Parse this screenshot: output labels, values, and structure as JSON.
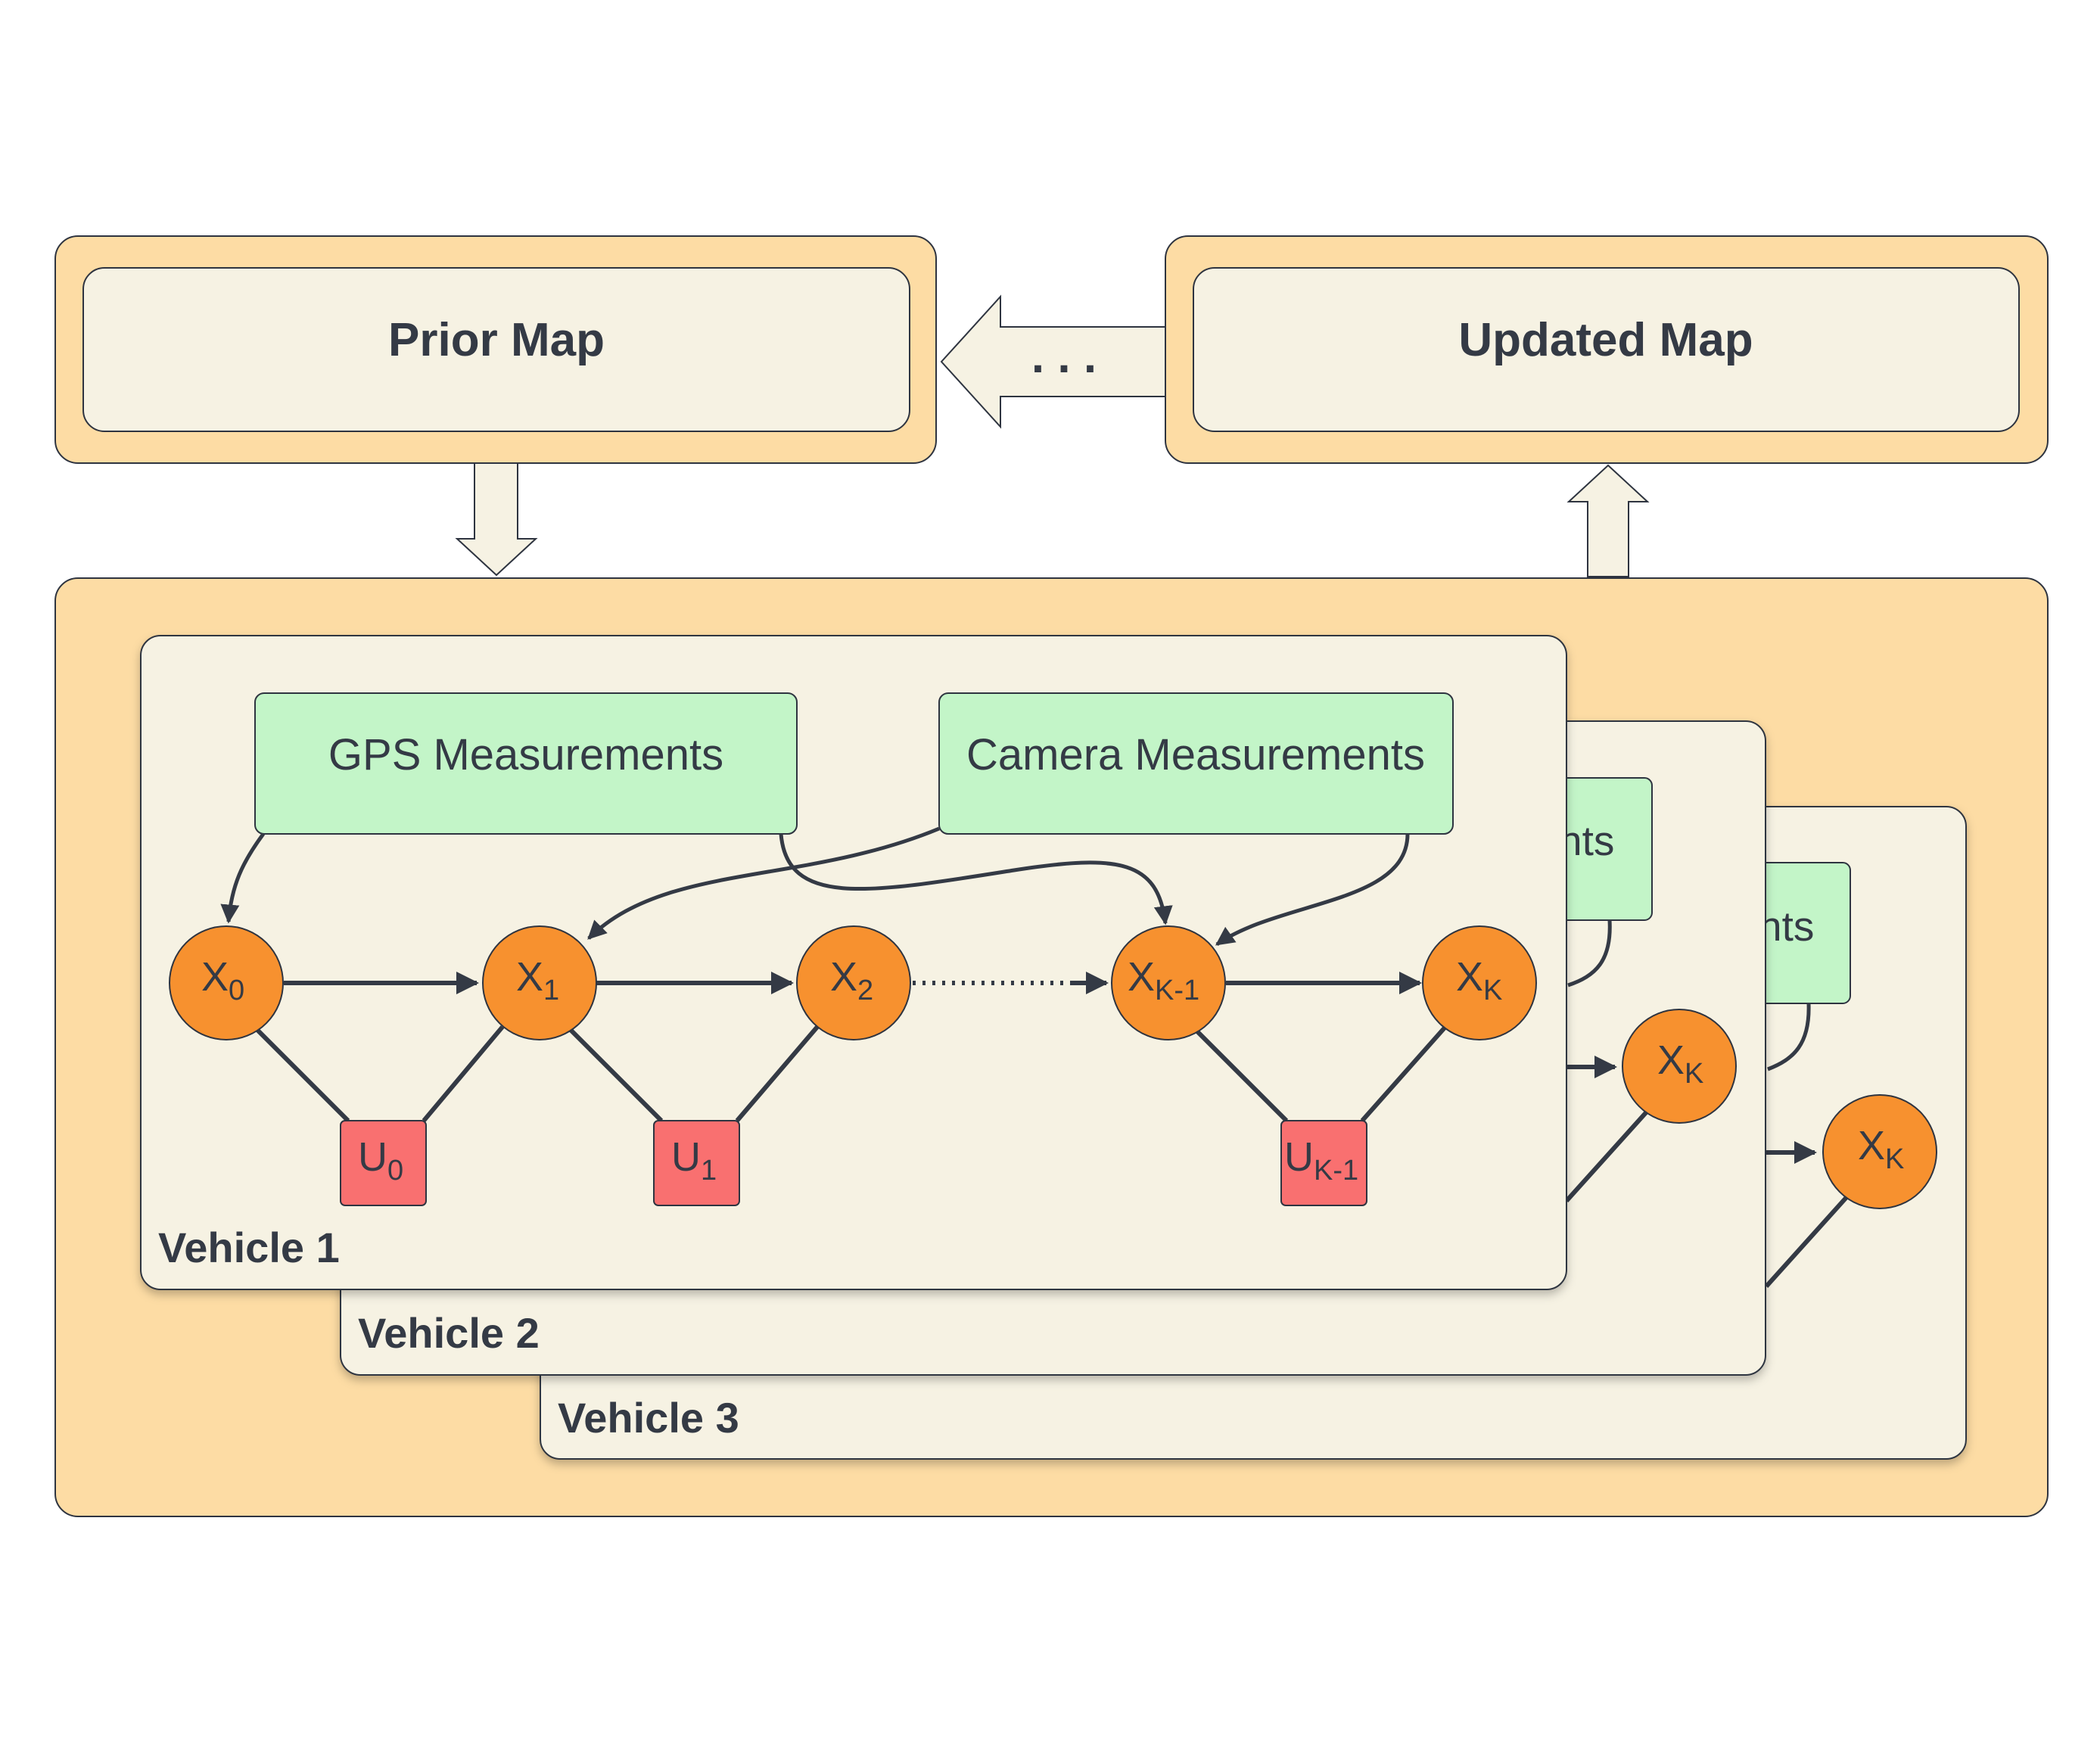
{
  "maps": {
    "prior_label": "Prior Map",
    "updated_label": "Updated Map",
    "ellipsis": ". . ."
  },
  "vehicles": {
    "v1": "Vehicle 1",
    "v2": "Vehicle 2",
    "v3": "Vehicle 3"
  },
  "measurements": {
    "gps": "GPS Measurements",
    "camera": "Camera Measurements",
    "cut_v2": "nts",
    "cut_v3": "nts"
  },
  "states": {
    "x_letter": "X",
    "u_letter": "U",
    "x0_sub": "0",
    "x1_sub": "1",
    "x2_sub": "2",
    "xkm1_sub": "K-1",
    "xk_sub": "K",
    "u0_sub": "0",
    "u1_sub": "1",
    "ukm1_sub": "K-1"
  },
  "colors": {
    "container": "#fddca4",
    "panel": "#f6f2e3",
    "measurement": "#c3f5c8",
    "state_node": "#f7912f",
    "control_node": "#f97070",
    "ink": "#343a45"
  }
}
